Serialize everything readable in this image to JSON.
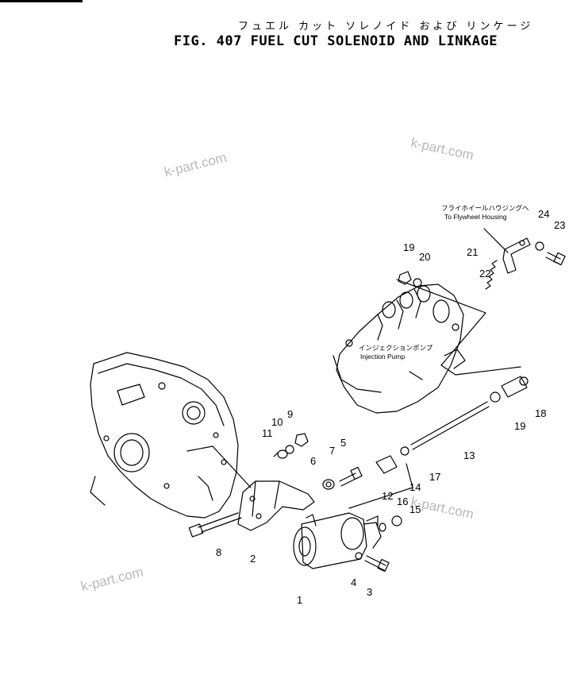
{
  "figure": {
    "title_jp": "フュエル カット ソレノイド および リンケージ",
    "title": "FIG. 407  FUEL CUT SOLENOID AND LINKAGE"
  },
  "watermark": "k-part.com",
  "annotations": {
    "injection_pump_jp": "インジェクションポンプ",
    "injection_pump": "Injection Pump",
    "flywheel_housing_jp": "フライホイールハウジングへ",
    "flywheel_housing": "To Flywheel Housing"
  },
  "part_numbers": [
    "1",
    "2",
    "3",
    "4",
    "5",
    "6",
    "7",
    "8",
    "9",
    "10",
    "11",
    "12",
    "13",
    "14",
    "15",
    "16",
    "17",
    "18",
    "19",
    "19",
    "20",
    "21",
    "22",
    "23",
    "24"
  ]
}
